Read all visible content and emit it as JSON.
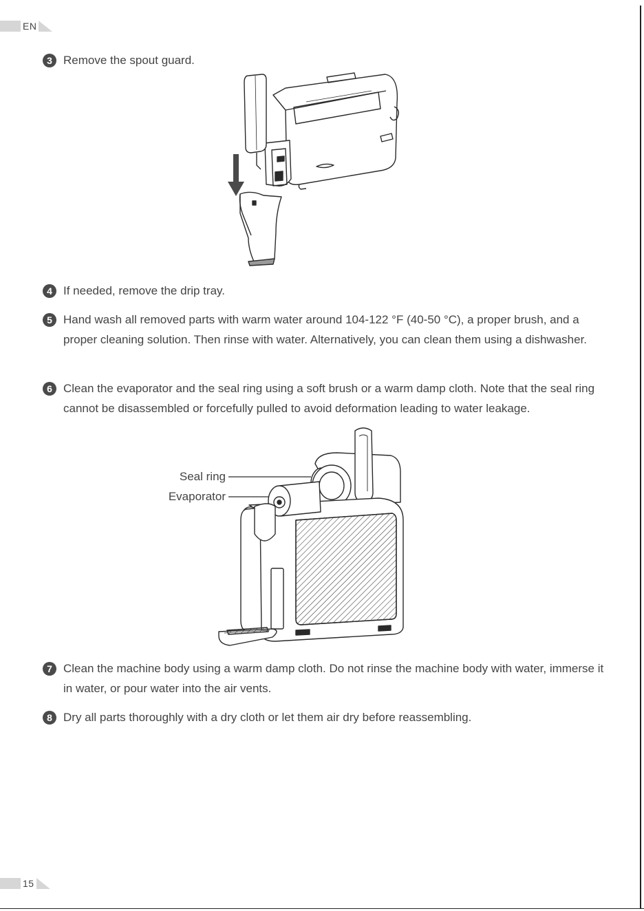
{
  "header": {
    "lang": "EN"
  },
  "footer": {
    "page_number": "15"
  },
  "steps": [
    {
      "num": "3",
      "text": "Remove the spout guard."
    },
    {
      "num": "4",
      "text": "If needed, remove the drip tray."
    },
    {
      "num": "5",
      "text": "Hand wash all removed parts with warm water around 104-122 °F (40-50 °C), a proper brush, and a proper cleaning solution. Then rinse with water. Alternatively, you can clean them using a dishwasher."
    },
    {
      "num": "6",
      "text": "Clean the evaporator and the seal ring using a soft brush or a warm damp cloth. Note that the seal ring cannot be disassembled or forcefully pulled to avoid deformation leading to water leakage."
    },
    {
      "num": "7",
      "text": "Clean the machine body using a warm damp cloth. Do not rinse the machine body with water, immerse it in water, or pour water into the air vents."
    },
    {
      "num": "8",
      "text": "Dry all parts thoroughly with a dry cloth or let them air dry before reassembling."
    }
  ],
  "figure2": {
    "label_seal_ring": "Seal ring",
    "label_evaporator": "Evaporator"
  }
}
